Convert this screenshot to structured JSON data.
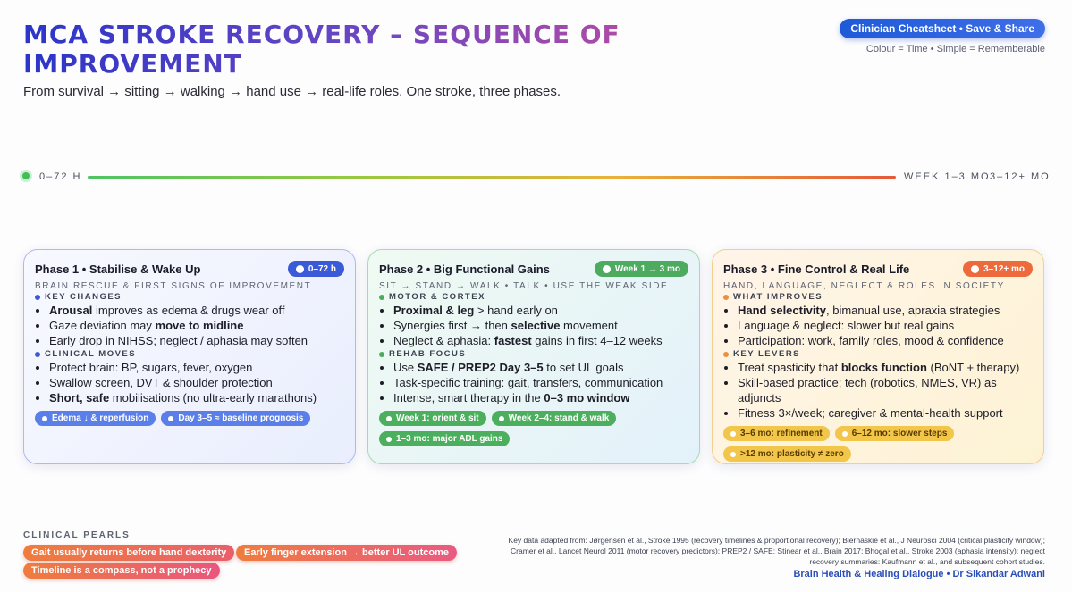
{
  "header": {
    "title": "MCA STROKE RECOVERY – SEQUENCE OF IMPROVEMENT",
    "subtitle": "From survival → sitting → walking → hand use → real-life roles. One stroke, three phases.",
    "cheatsheet_label": "Clinician Cheatsheet • Save & Share",
    "tagline": "Colour = Time • Simple = Rememberable"
  },
  "timeline": {
    "start_label": "0–72 H",
    "mid_label": "WEEK 1–3 MO",
    "end_label": "3–12+ MO"
  },
  "phases": [
    {
      "title": "Phase 1 • Stabilise & Wake Up",
      "chip": "0–72 h",
      "subtitle": "BRAIN RESCUE & FIRST SIGNS OF IMPROVEMENT",
      "sections": [
        {
          "heading": "KEY CHANGES",
          "items": [
            "<b>Arousal</b> improves as edema & drugs wear off",
            "Gaze deviation may <b>move to midline</b>",
            "Early drop in NIHSS; neglect / aphasia may soften"
          ]
        },
        {
          "heading": "CLINICAL MOVES",
          "items": [
            "Protect brain: BP, sugars, fever, oxygen",
            "Swallow screen, DVT & shoulder protection",
            "<b>Short, safe</b> mobilisations (no ultra-early marathons)"
          ]
        }
      ],
      "tags": [
        "Edema ↓ & reperfusion",
        "Day 3–5 ≈ baseline prognosis"
      ]
    },
    {
      "title": "Phase 2 • Big Functional Gains",
      "chip": "Week 1 → 3 mo",
      "subtitle": "SIT → STAND → WALK • TALK • USE THE WEAK SIDE",
      "sections": [
        {
          "heading": "MOTOR & CORTEX",
          "items": [
            "<b>Proximal & leg</b> > hand early on",
            "Synergies first → then <b>selective</b> movement",
            "Neglect & aphasia: <b>fastest</b> gains in first 4–12 weeks"
          ]
        },
        {
          "heading": "REHAB FOCUS",
          "items": [
            "Use <b>SAFE / PREP2 Day 3–5</b> to set UL goals",
            "Task-specific training: gait, transfers, communication",
            "Intense, smart therapy in the <b>0–3 mo window</b>"
          ]
        }
      ],
      "tags": [
        "Week 1: orient & sit",
        "Week 2–4: stand & walk",
        "1–3 mo: major ADL gains"
      ]
    },
    {
      "title": "Phase 3 • Fine Control & Real Life",
      "chip": "3–12+ mo",
      "subtitle": "HAND, LANGUAGE, NEGLECT & ROLES IN SOCIETY",
      "sections": [
        {
          "heading": "WHAT IMPROVES",
          "items": [
            "<b>Hand selectivity</b>, bimanual use, apraxia strategies",
            "Language & neglect: slower but real gains",
            "Participation: work, family roles, mood & confidence"
          ]
        },
        {
          "heading": "KEY LEVERS",
          "items": [
            "Treat spasticity that <b>blocks function</b> (BoNT + therapy)",
            "Skill-based practice; tech (robotics, NMES, VR) as adjuncts",
            "Fitness 3×/week; caregiver & mental-health support"
          ]
        }
      ],
      "tags": [
        "3–6 mo: refinement",
        "6–12 mo: slower steps",
        ">12 mo: plasticity ≠ zero"
      ]
    }
  ],
  "footer": {
    "pearls_heading": "CLINICAL PEARLS",
    "pearls": [
      "Gait usually returns before hand dexterity",
      "Early finger extension → better UL outcome",
      "Timeline is a compass, not a prophecy"
    ],
    "references": "Key data adapted from: Jørgensen et al., Stroke 1995 (recovery timelines & proportional recovery); Biernaskie et al., J Neurosci 2004 (critical plasticity window); Cramer et al., Lancet Neurol 2011 (motor recovery predictors); PREP2 / SAFE: Stinear et al., Brain 2017; Bhogal et al., Stroke 2003 (aphasia intensity); neglect recovery summaries: Kaufmann et al., and subsequent cohort studies.",
    "signature": "Brain Health & Healing Dialogue • Dr Sikandar Adwani"
  },
  "colors": {
    "phase1": "#3a5ad8",
    "phase2": "#4dab5f",
    "phase3": "#ec6a3c",
    "title_gradient": [
      "#2b35c9",
      "#b04aa6"
    ]
  }
}
